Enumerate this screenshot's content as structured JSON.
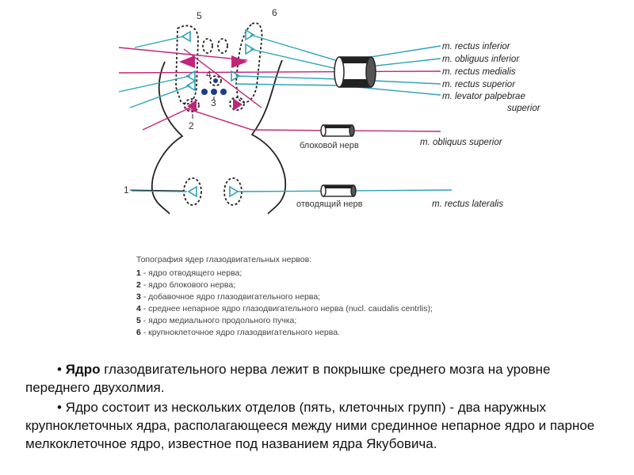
{
  "diagram": {
    "nucleus_numbers": [
      "1",
      "2",
      "3",
      "4",
      "5",
      "6"
    ],
    "muscles_upper": [
      "m. rectus inferior",
      "m. obliguus inferior",
      "m. rectus medialis",
      "m. rectus superior",
      "m. levator palpebrae",
      "superior"
    ],
    "muscle_trochlear": "m. obliquus superior",
    "muscle_abducens": "m. rectus lateralis",
    "nerve_trochlear": "блоковой нерв",
    "nerve_abducens": "отводящий нерв",
    "colors": {
      "cyan_fiber": "#2aa3b5",
      "magenta_fiber": "#c0257a",
      "outline": "#222222"
    }
  },
  "legend": {
    "title": "Топография ядер глазодвигательных нервов:",
    "items": [
      {
        "num": "1",
        "text": " - ядро отводящего нерва;"
      },
      {
        "num": "2",
        "text": " - ядро блокового нерва;"
      },
      {
        "num": "3",
        "text": " - добавочное ядро глазодвигательного нерва;"
      },
      {
        "num": "4",
        "text": " - среднее непарное ядро глазодвигательного нерва (nucl. caudalis centrlis);"
      },
      {
        "num": "5",
        "text": " - ядро медиального продольного пучка;"
      },
      {
        "num": "6",
        "text": " - крупноклеточное ядро глазодвигательного нерва."
      }
    ]
  },
  "text": {
    "p1_bullet": "•",
    "p1_bold": "Ядро",
    "p1_rest": " глазодвигательного нерва лежит в покрышке среднего мозга на уровне переднего двухолмия.",
    "p2_bullet": "•",
    "p2_text": " Ядро состоит из нескольких отделов (пять, клеточных групп) - два наружных крупноклеточных ядра, располагающееся между ними срединное непарное ядро и парное мелкоклеточное ядро, известное под названием ядра Якубовича."
  }
}
